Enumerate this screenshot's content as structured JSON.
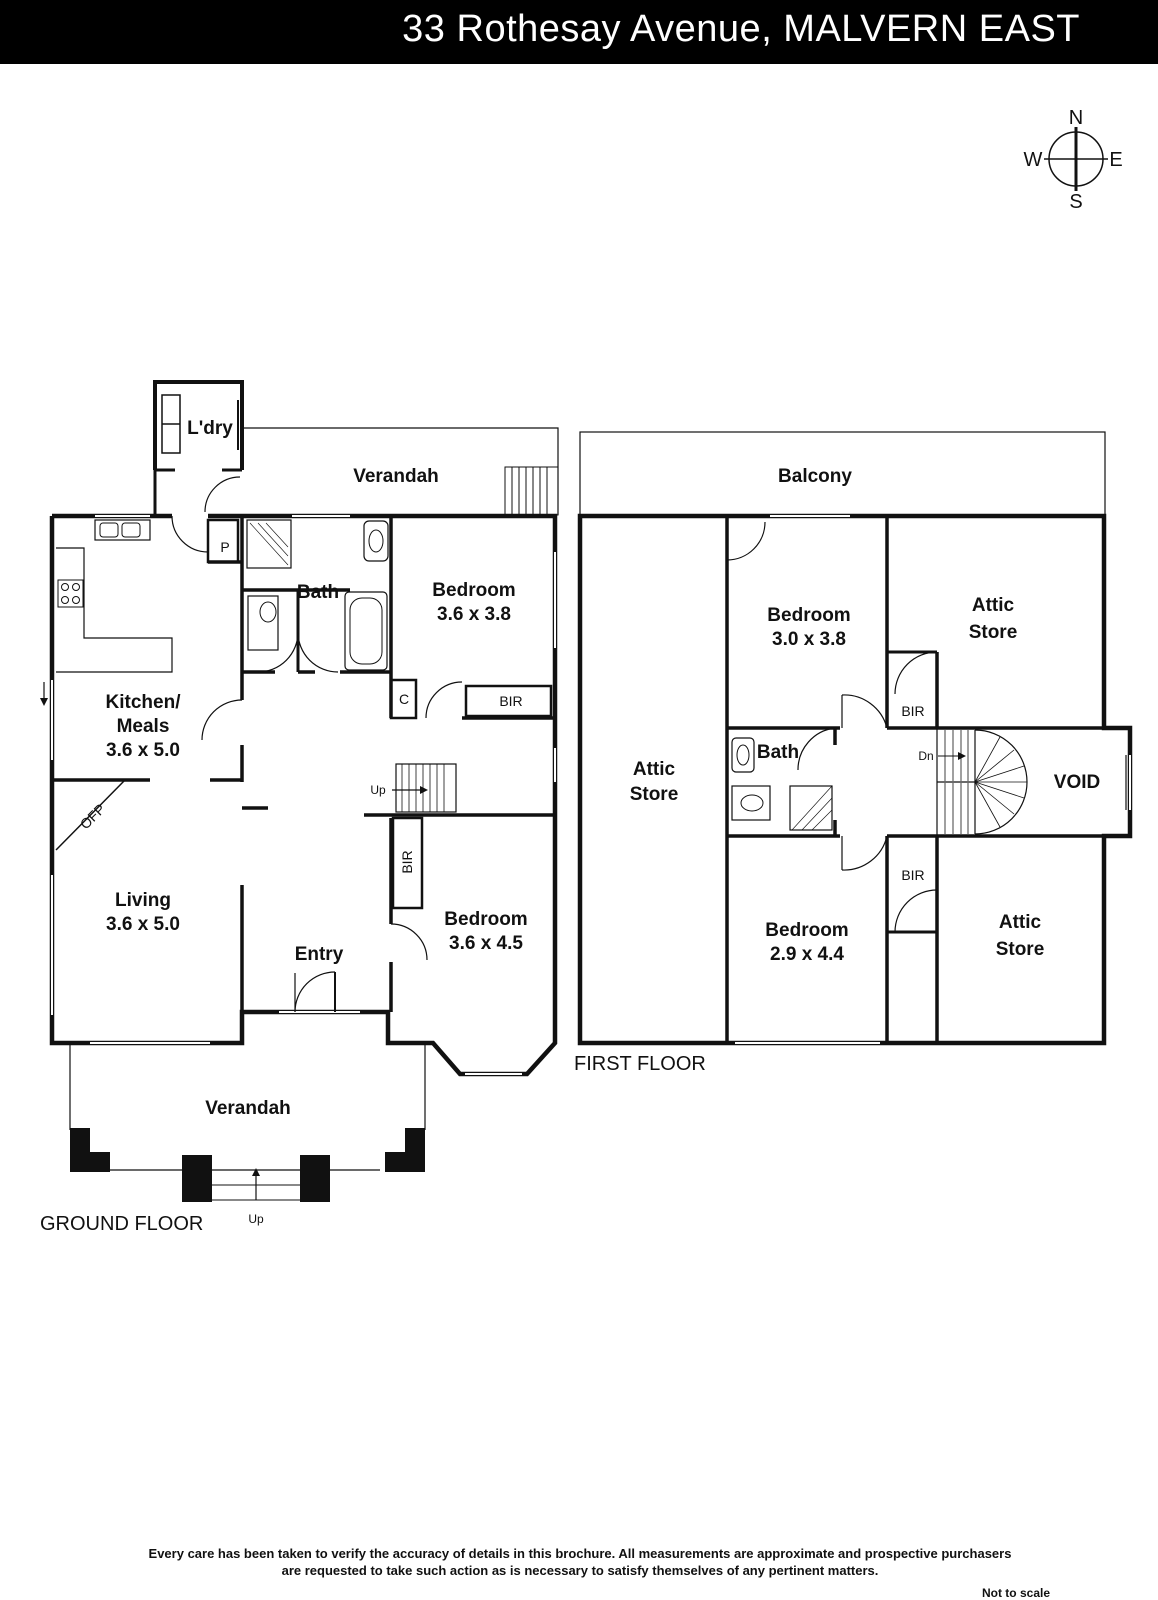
{
  "header": {
    "title": "33 Rothesay Avenue, MALVERN EAST"
  },
  "compass": {
    "n": "N",
    "s": "S",
    "e": "E",
    "w": "W"
  },
  "ground_floor": {
    "label": "GROUND FLOOR",
    "rooms": {
      "laundry": "L'dry",
      "verandah_rear": "Verandah",
      "pantry": "P",
      "bath": "Bath",
      "bedroom1_name": "Bedroom",
      "bedroom1_size": "3.6 x 3.8",
      "linen": "C",
      "bir1": "BIR",
      "kitchen_name_1": "Kitchen/",
      "kitchen_name_2": "Meals",
      "kitchen_size": "3.6 x 5.0",
      "stairs_up": "Up",
      "fireplace": "OFP",
      "bir2": "BIR",
      "living_name": "Living",
      "living_size": "3.6 x 5.0",
      "entry": "Entry",
      "bedroom2_name": "Bedroom",
      "bedroom2_size": "3.6 x 4.5",
      "verandah_front": "Verandah",
      "front_steps_up": "Up"
    }
  },
  "first_floor": {
    "label": "FIRST FLOOR",
    "rooms": {
      "balcony": "Balcony",
      "attic_left_1": "Attic",
      "attic_left_2": "Store",
      "bedroom3_name": "Bedroom",
      "bedroom3_size": "3.0 x 3.8",
      "attic_tr_1": "Attic",
      "attic_tr_2": "Store",
      "bir_upper": "BIR",
      "bath": "Bath",
      "stairs_down": "Dn",
      "void": "VOID",
      "bir_lower": "BIR",
      "bedroom4_name": "Bedroom",
      "bedroom4_size": "2.9 x 4.4",
      "attic_br_1": "Attic",
      "attic_br_2": "Store"
    }
  },
  "footer": {
    "disclaimer_line1": "Every care has been taken to verify the accuracy of details in this brochure.  All measurements are approximate and prospective purchasers",
    "disclaimer_line2": "are requested to take such action as is necessary to satisfy themselves of any pertinent matters.",
    "not_to_scale": "Not to scale"
  }
}
